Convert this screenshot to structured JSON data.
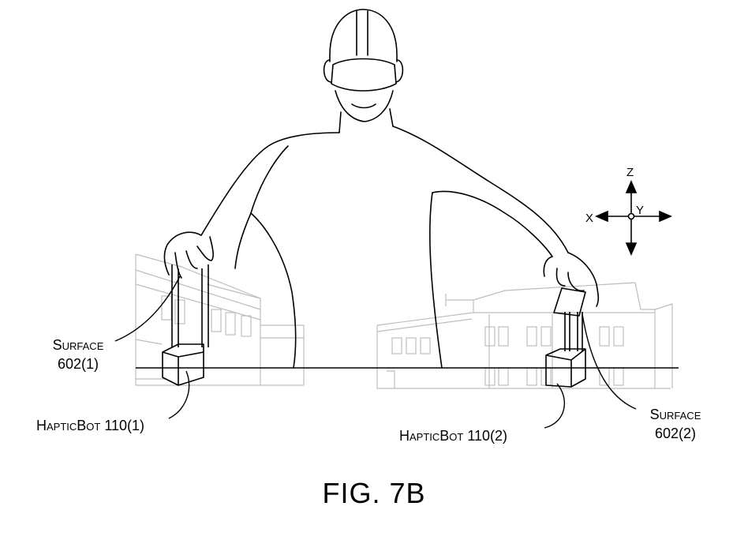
{
  "labels": {
    "surface_1": {
      "word": "Surface",
      "number": "602(1)"
    },
    "hapticbot_1": "HapticBot 110(1)",
    "hapticbot_2": "HapticBot 110(2)",
    "surface_2": {
      "word": "Surface",
      "number": "602(2)"
    }
  },
  "axes": {
    "z": "Z",
    "y": "Y",
    "x": "X"
  },
  "caption": "FIG. 7B",
  "colors": {
    "line": "#000000",
    "background_sketch": "#bdbdbd",
    "background": "#ffffff"
  }
}
